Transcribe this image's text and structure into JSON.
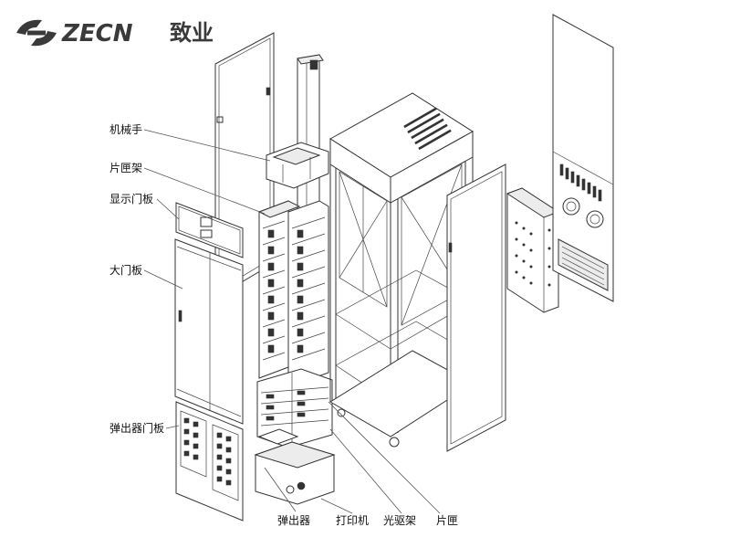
{
  "brand": {
    "name": "ZECN",
    "name_cn": "致业"
  },
  "labels": {
    "robot_arm": "机械手",
    "cartridge_rack": "片匣架",
    "display_door": "显示门板",
    "main_door": "大门板",
    "ejector_door": "弹出器门板",
    "ejector": "弹出器",
    "printer": "打印机",
    "drive_rack": "光驱架",
    "cartridge": "片匣"
  }
}
